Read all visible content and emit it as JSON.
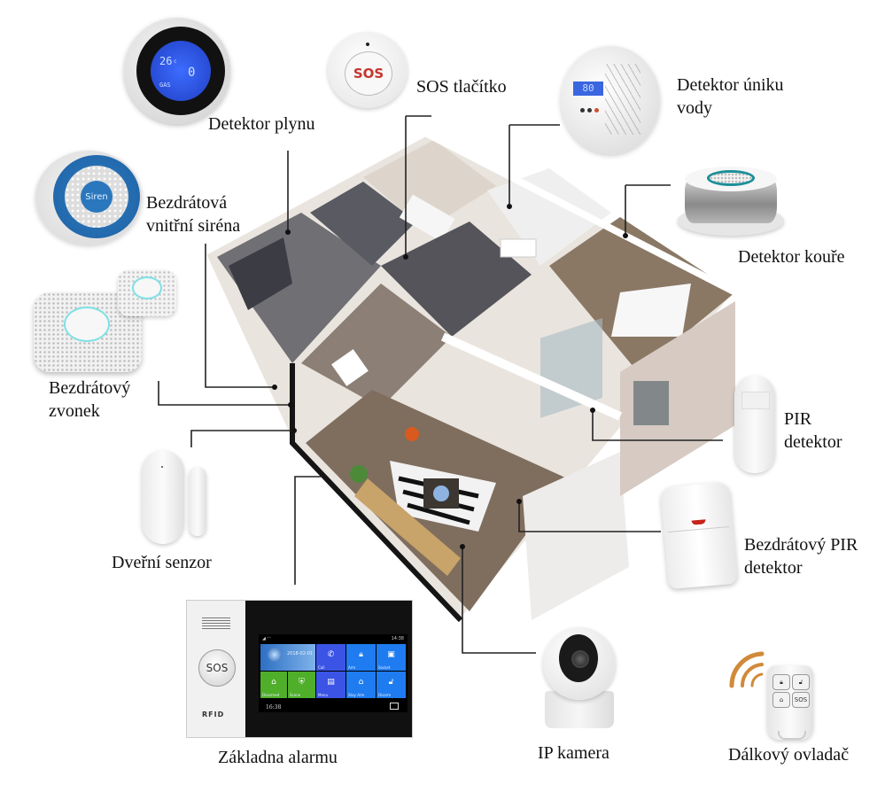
{
  "diagram": {
    "title_hidden": "",
    "center": "Smart home alarm system floor plan",
    "labels": {
      "gas_detector": "Detektor plynu",
      "sos_button": "SOS tlačítko",
      "water_leak_line1": "Detektor úniku",
      "water_leak_line2": "vody",
      "siren_line1": "Bezdrátová",
      "siren_line2": "vnitřní siréna",
      "smoke_detector": "Detektor kouře",
      "doorbell_line1": "Bezdrátový",
      "doorbell_line2": "zvonek",
      "pir_line1": "PIR",
      "pir_line2": "detektor",
      "door_sensor": "Dveřní senzor",
      "wireless_pir_line1": "Bezdrátový PIR",
      "wireless_pir_line2": "detektor",
      "alarm_base": "Základna alarmu",
      "ip_camera": "IP kamera",
      "remote_control": "Dálkový ovladač"
    },
    "devices": {
      "gas": {
        "temp": "26",
        "temp_unit": "c",
        "reading": "0",
        "text": "GAS"
      },
      "sos_button": {
        "text": "SOS"
      },
      "water": {
        "lcd": "80"
      },
      "siren": {
        "text": "Siren"
      },
      "alarm_panel": {
        "sos": "SOS",
        "rfid": "RFID",
        "status_time": "14:38",
        "date": "2018-02-01",
        "clock": "16:38",
        "tiles": [
          "Call",
          "Arm",
          "Socket",
          "Disarmed",
          "Scene",
          "Menu",
          "Stay Arm",
          "Disarm"
        ]
      },
      "remote": {
        "sos": "SOS"
      }
    },
    "colors": {
      "lcd_blue": "#3d6cff",
      "siren_blue": "#1d5fa3",
      "sos_red": "#c5352f",
      "tile_blue": "#1e7cf0",
      "tile_indigo": "#3b54e6",
      "tile_green": "#4fae2a",
      "wave_orange": "#d08a3a",
      "leader_line": "#222222"
    }
  }
}
